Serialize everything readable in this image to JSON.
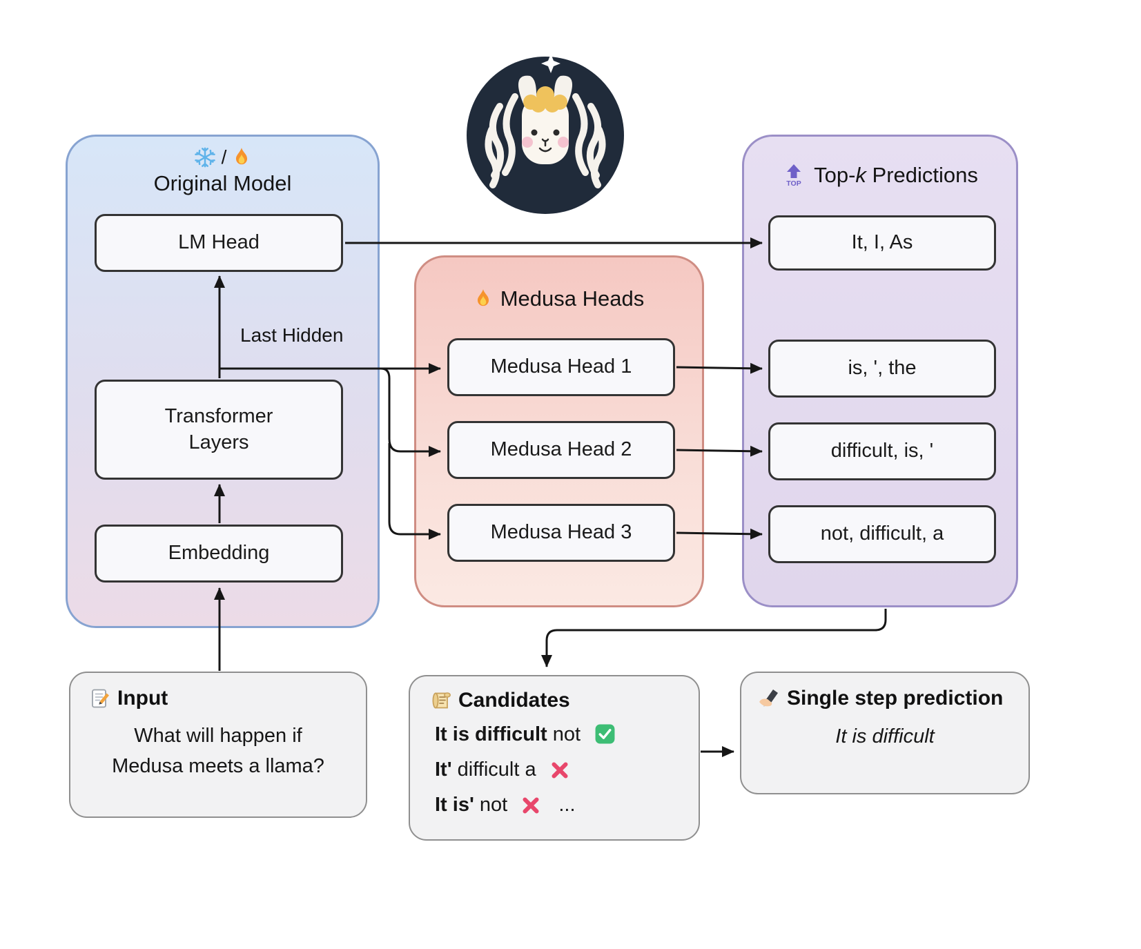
{
  "original_model": {
    "title": "Original Model",
    "separator": "/",
    "lm_head": "LM Head",
    "transformer_layers": "Transformer Layers",
    "embedding": "Embedding",
    "last_hidden_label": "Last Hidden"
  },
  "medusa": {
    "title": "Medusa Heads",
    "head1": "Medusa Head 1",
    "head2": "Medusa Head 2",
    "head3": "Medusa Head 3"
  },
  "topk": {
    "icon_label": "TOP",
    "title_pre": "Top-",
    "title_k": "k",
    "title_post": " Predictions",
    "pred_lm_head": "It, I, As",
    "pred_head1": "is, ', the",
    "pred_head2": "difficult, is, '",
    "pred_head3": "not, difficult, a"
  },
  "input": {
    "title": "Input",
    "line1": "What will happen if",
    "line2": "Medusa meets a llama?"
  },
  "candidates": {
    "title": "Candidates",
    "row1_bold": "It is difficult",
    "row1_rest": " not",
    "row2_bold": "It'",
    "row2_rest": " difficult a",
    "row3_bold": "It is'",
    "row3_rest": " not",
    "ellipsis": "..."
  },
  "single_step": {
    "title": "Single step prediction",
    "text": "It is difficult"
  },
  "colors": {
    "original_panel_border": "#87a3d1",
    "medusa_panel_border": "#cf8d83",
    "topk_panel_border": "#9b8fc7",
    "arrow": "#161616",
    "check_green": "#3dbd74",
    "cross_red": "#e8476b",
    "flame_orange": "#f6932c",
    "snowflake_blue": "#5fb3ea",
    "top_purple": "#6f60c8"
  }
}
